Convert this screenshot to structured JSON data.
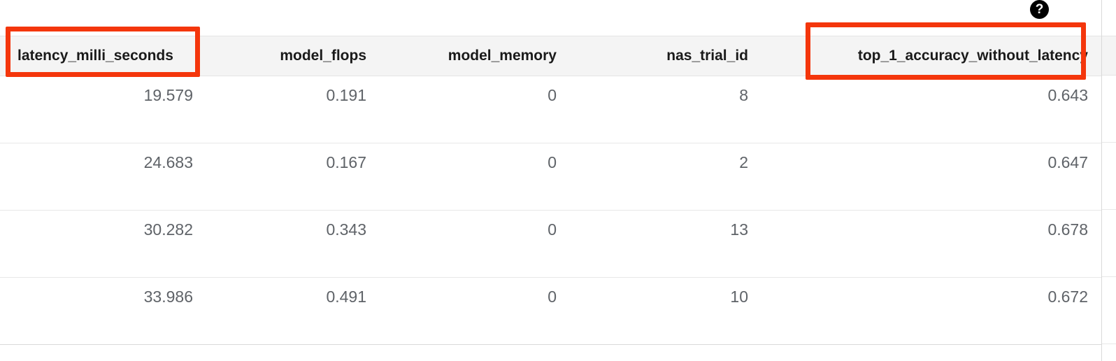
{
  "help": {
    "icon": "help-circle-icon",
    "glyph": "?"
  },
  "colors": {
    "annotation": "#f4360c",
    "header_bg": "#f4f4f4",
    "header_text": "#1a1a1a",
    "cell_text": "#5f6368",
    "row_divider": "#e8e8e8"
  },
  "table": {
    "columns": [
      "latency_milli_seconds",
      "model_flops",
      "model_memory",
      "nas_trial_id",
      "top_1_accuracy_without_latency"
    ],
    "rows": [
      [
        "19.579",
        "0.191",
        "0",
        "8",
        "0.643"
      ],
      [
        "24.683",
        "0.167",
        "0",
        "2",
        "0.647"
      ],
      [
        "30.282",
        "0.343",
        "0",
        "13",
        "0.678"
      ],
      [
        "33.986",
        "0.491",
        "0",
        "10",
        "0.672"
      ]
    ]
  },
  "annotations": [
    {
      "target": "latency_milli_seconds",
      "shape": "rectangle"
    },
    {
      "target": "top_1_accuracy_without_latency",
      "shape": "rectangle"
    }
  ]
}
